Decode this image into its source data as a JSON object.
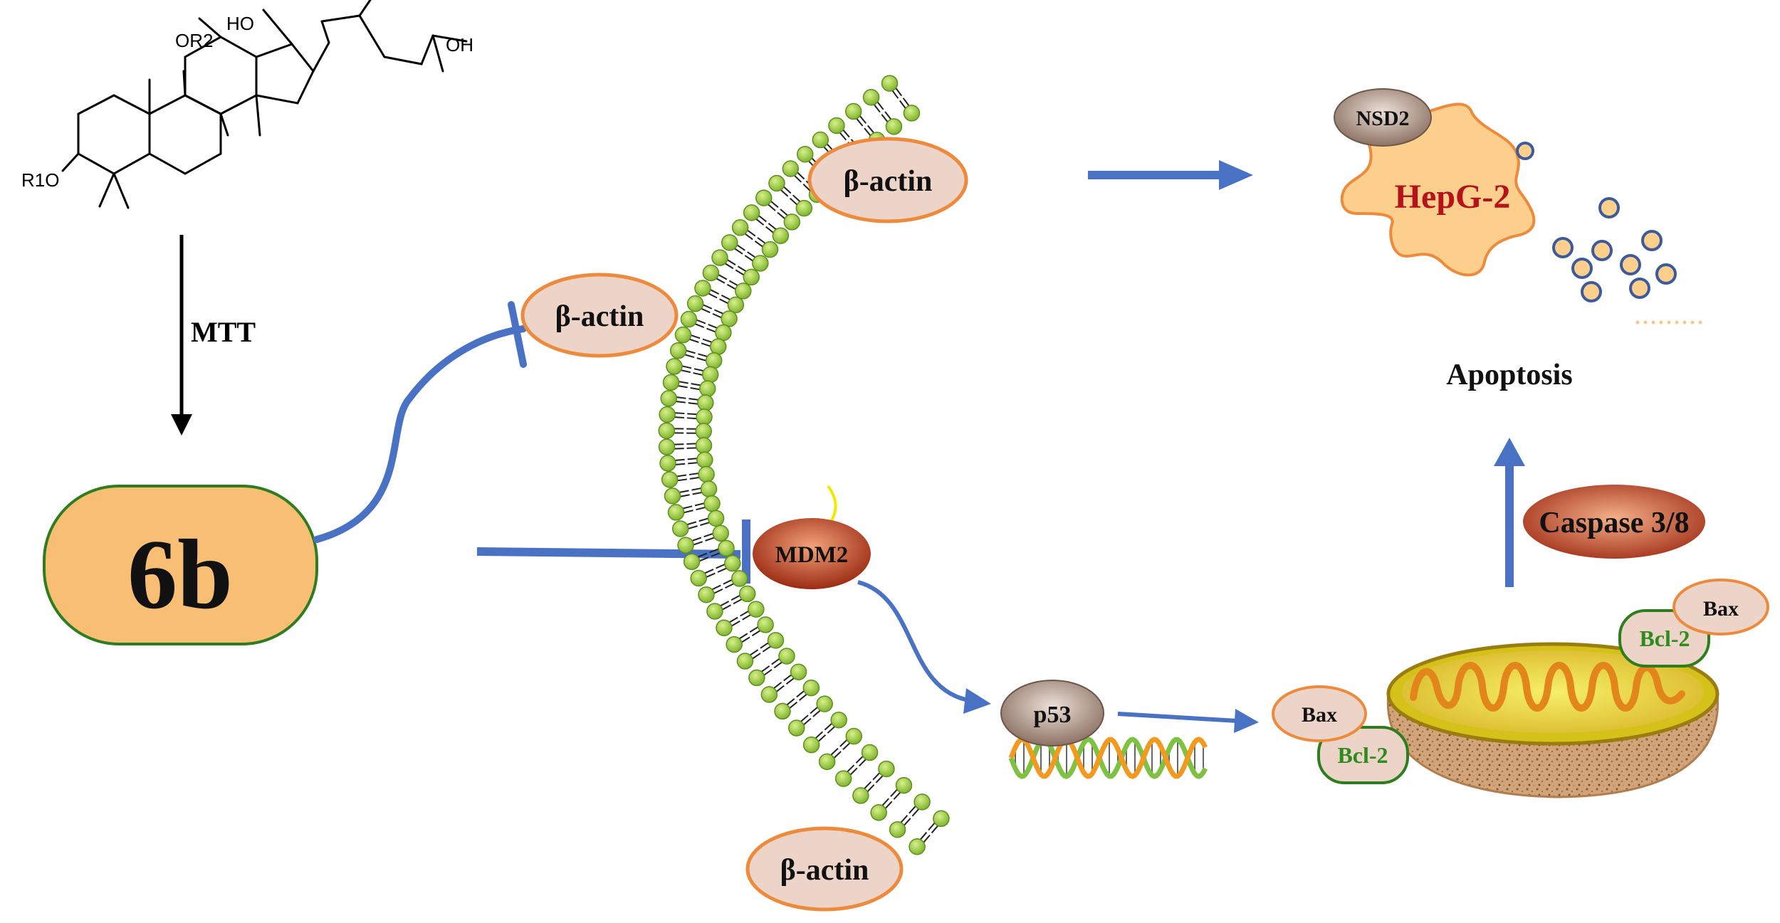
{
  "diagram": {
    "structure": {
      "substituent_or2": "OR2",
      "hydroxyl_top": "HO",
      "hydroxyl_right": "OH",
      "substituent_r1o": "R1O"
    },
    "assay_label": "MTT",
    "compound_label": "6b",
    "membrane_proteins": {
      "top": "β-actin",
      "left": "β-actin",
      "bottom": "β-actin",
      "mdm2": "MDM2"
    },
    "p53_label": "p53",
    "mitochondria": {
      "bax_left": "Bax",
      "bcl2_left": "Bcl-2",
      "bax_right": "Bax",
      "bcl2_right": "Bcl-2"
    },
    "caspase_label": "Caspase 3/8",
    "cell": {
      "nsd2": "NSD2",
      "cell_line": "HepG-2"
    },
    "outcome_label": "Apoptosis",
    "colors": {
      "arrow_blue": "#4a72c4",
      "compound_fill": "#f8be73",
      "compound_border": "#2e7d1e",
      "protein_fill": "#ecd5c8",
      "protein_border": "#ee8a3c",
      "lipid_head": "#8bc53f",
      "cell_fill": "#fccf8d",
      "cell_text": "#b5121b",
      "bcl2_text": "#2e8b1e"
    }
  }
}
